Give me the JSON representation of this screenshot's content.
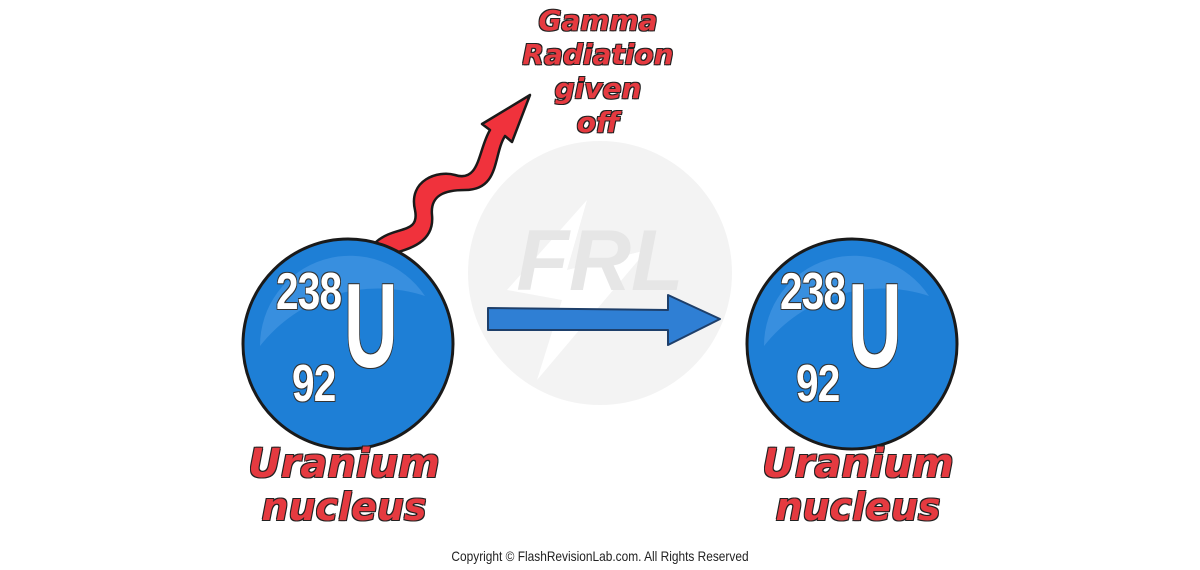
{
  "title_annotation": {
    "lines": [
      "Gamma",
      "Radiation",
      "given",
      "off"
    ]
  },
  "left_nucleus": {
    "mass_number": "238",
    "atomic_number": "92",
    "symbol": "U"
  },
  "right_nucleus": {
    "mass_number": "238",
    "atomic_number": "92",
    "symbol": "U"
  },
  "left_label": {
    "line1": "Uranium",
    "line2": "nucleus"
  },
  "right_label": {
    "line1": "Uranium",
    "line2": "nucleus"
  },
  "watermark": {
    "text": "FRL"
  },
  "footer": {
    "copyright": "Copyright © FlashRevisionLab.com. All Rights Reserved"
  },
  "colors": {
    "nucleus": "#1e7fd6",
    "label": "#e53a40",
    "arrow": "#2f7fd4",
    "gamma_arrow": "#f0323c"
  },
  "icons": {
    "gamma_ray": "wavy-arrow-icon",
    "process_arrow": "right-arrow-icon"
  }
}
